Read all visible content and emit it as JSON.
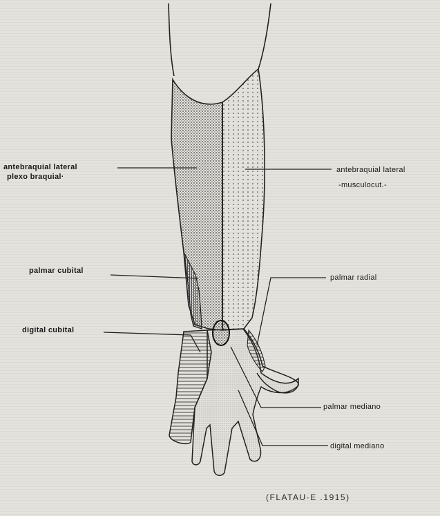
{
  "labels": {
    "antebraquial_lateral_left": "antebraquial lateral",
    "plexo_braquial": "plexo braquial·",
    "antebraquial_lateral_right": "antebraquial lateral",
    "musculocut": "-musculocut.-",
    "palmar_cubital": "palmar cubital",
    "palmar_radial": "palmar radial",
    "digital_cubital": "digital cubital",
    "palmar_mediano": "palmar mediano",
    "digital_mediano": "digital mediano"
  },
  "credit": "(FLATAU·E .1915)"
}
